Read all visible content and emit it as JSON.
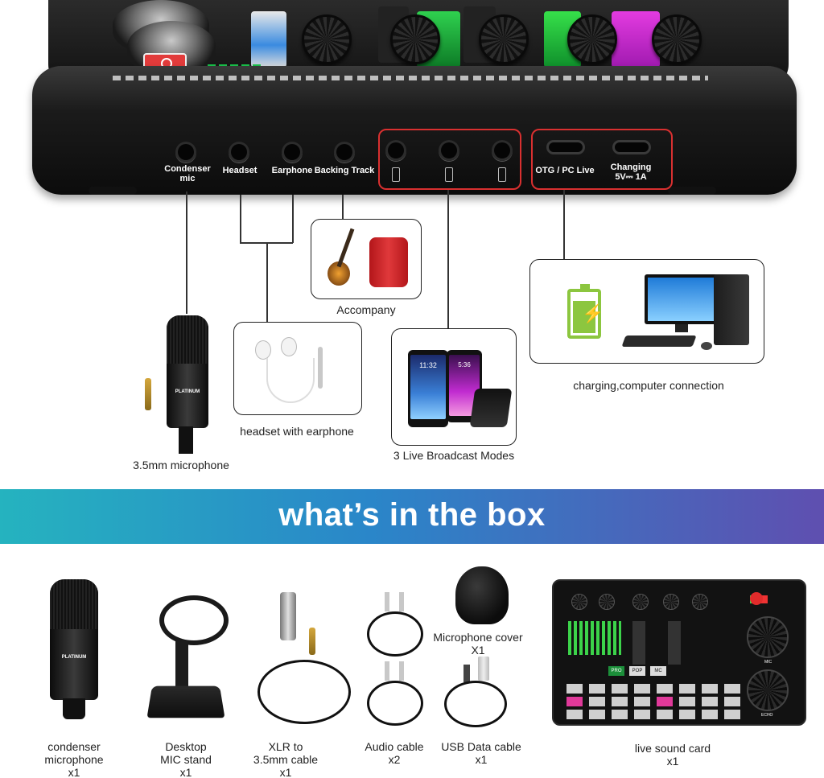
{
  "ports": {
    "condenser_mic": "Condenser\nmic",
    "headset": "Headset",
    "earphone": "Earphone",
    "backing_track": "Backing Track",
    "otg_pc_live": "OTG / PC Live",
    "charging": "Changing\n5V⎓ 1A"
  },
  "callouts": {
    "accompany": "Accompany",
    "headset_with_earphone": "headset with earphone",
    "microphone_35": "3.5mm microphone",
    "live_modes": "3 Live Broadcast  Modes",
    "charging_computer": "charging,computer connection"
  },
  "phone_screen": {
    "time_left": "11:32",
    "time_right": "5:36"
  },
  "mic_brand": "PLATINUM",
  "banner": {
    "title": "what’s in the box"
  },
  "box_items": [
    {
      "name": "condenser\nmicrophone\nx1"
    },
    {
      "name": "Desktop\nMIC stand\nx1"
    },
    {
      "name": "XLR to\n3.5mm cable\nx1"
    },
    {
      "name": "Audio cable\nx2"
    },
    {
      "name": "USB  Data cable\nx1"
    },
    {
      "name": "live sound card\nx1"
    }
  ],
  "mic_cover": "Microphone cover\nX1",
  "sound_card_labels": {
    "mode_buttons": [
      "PRO",
      "POP",
      "MC"
    ],
    "knob_labels": [
      "MIC",
      "ECHO"
    ]
  },
  "colors": {
    "accent_red": "#d93030",
    "banner_start": "#25b3bf",
    "banner_end": "#5f4fb0"
  }
}
